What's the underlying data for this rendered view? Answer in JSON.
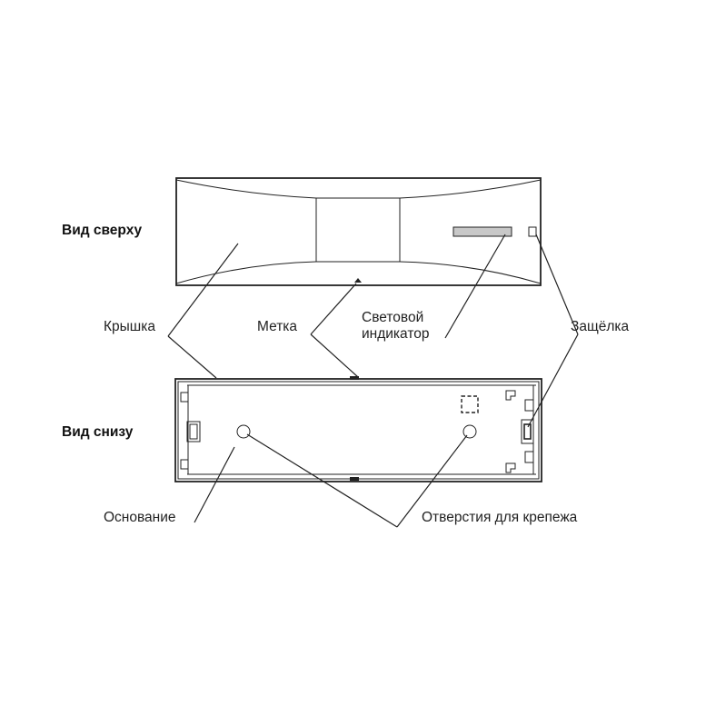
{
  "views": {
    "top": "Вид сверху",
    "bottom": "Вид снизу"
  },
  "labels": {
    "cover": "Крышка",
    "mark": "Метка",
    "indicator_line1": "Световой",
    "indicator_line2": "индикатор",
    "latch": "Защёлка",
    "base": "Основание",
    "mount_holes": "Отверстия для крепежа"
  },
  "colors": {
    "indicator_fill": "#c8c8c8",
    "line": "#222222"
  }
}
